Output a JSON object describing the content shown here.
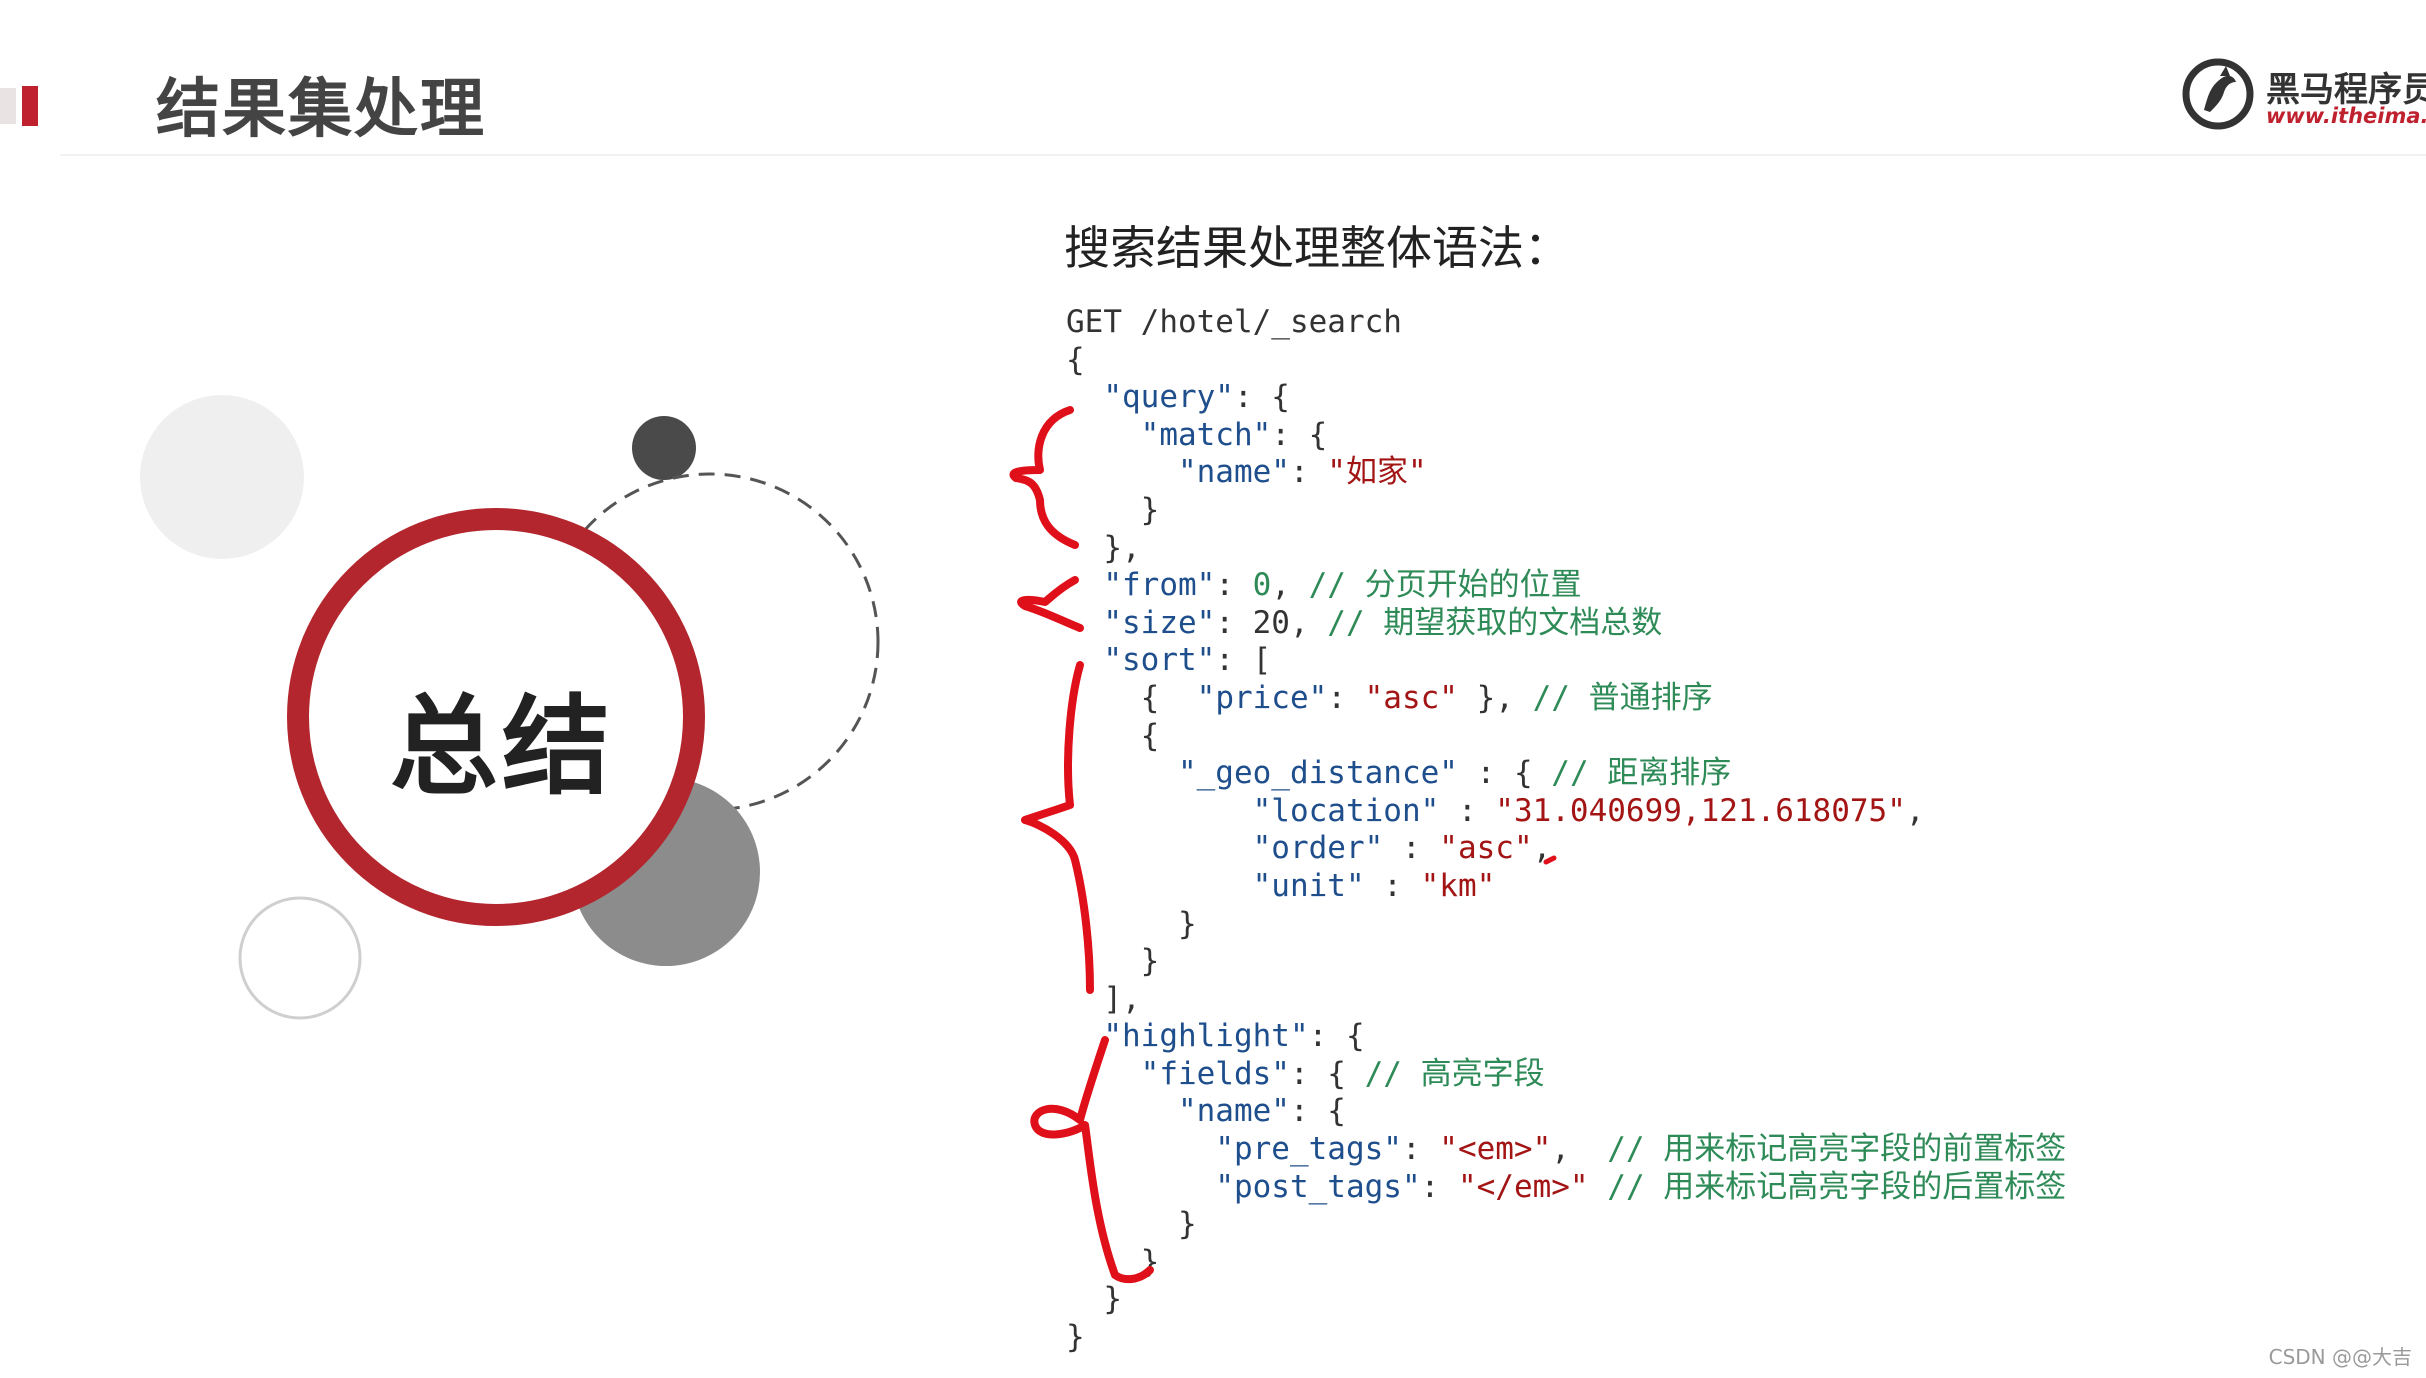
{
  "header": {
    "title": "结果集处理"
  },
  "logo": {
    "name": "黑马程序员",
    "url": "www.itheima.com"
  },
  "deco": {
    "summary_label": "总结"
  },
  "content": {
    "subtitle": "搜索结果处理整体语法：",
    "code": {
      "request_line": "GET /hotel/_search",
      "query_key": "\"query\"",
      "match_key": "\"match\"",
      "name_key": "\"name\"",
      "name_value": "\"如家\"",
      "from_key": "\"from\"",
      "from_value": "0",
      "from_comment": "// 分页开始的位置",
      "size_key": "\"size\"",
      "size_value": "20",
      "size_comment": "// 期望获取的文档总数",
      "sort_key": "\"sort\"",
      "price_key": "\"price\"",
      "price_value": "\"asc\"",
      "sort_comment": "// 普通排序",
      "geo_key": "\"_geo_distance\"",
      "geo_comment": "// 距离排序",
      "location_key": "\"location\"",
      "location_value": "\"31.040699,121.618075\"",
      "order_key": "\"order\"",
      "order_value": "\"asc\"",
      "unit_key": "\"unit\"",
      "unit_value": "\"km\"",
      "highlight_key": "\"highlight\"",
      "fields_key": "\"fields\"",
      "fields_comment": "// 高亮字段",
      "hl_name_key": "\"name\"",
      "pre_tags_key": "\"pre_tags\"",
      "pre_tags_value": "\"<em>\"",
      "pre_tags_comment": "// 用来标记高亮字段的前置标签",
      "post_tags_key": "\"post_tags\"",
      "post_tags_value": "\"</em>\"",
      "post_tags_comment": "// 用来标记高亮字段的后置标签"
    }
  },
  "footer": {
    "watermark": "CSDN @@大吉"
  },
  "colors": {
    "accent_red": "#c0212f",
    "key_blue": "#1f4e8c",
    "string_red": "#a31515",
    "comment_green": "#2e8b57",
    "annotation_red": "#e0101a"
  }
}
